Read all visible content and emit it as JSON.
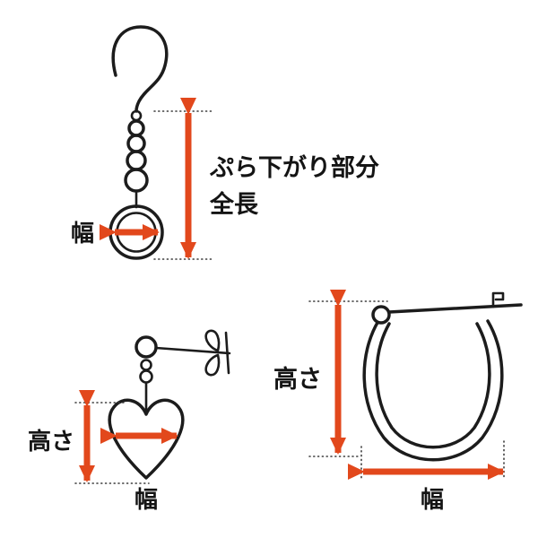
{
  "colors": {
    "accent": "#e2481c",
    "outline": "#1c1c1c",
    "guide": "#3a3a3a",
    "background": "#ffffff"
  },
  "figures": {
    "dangle_earring": {
      "width_label": "幅",
      "length_label_line1": "ぷら下がり部分",
      "length_label_line2": "全長"
    },
    "heart_stud_earring": {
      "height_label": "高さ",
      "width_label": "幅"
    },
    "hoop_earring": {
      "height_label": "高さ",
      "width_label": "幅"
    }
  }
}
